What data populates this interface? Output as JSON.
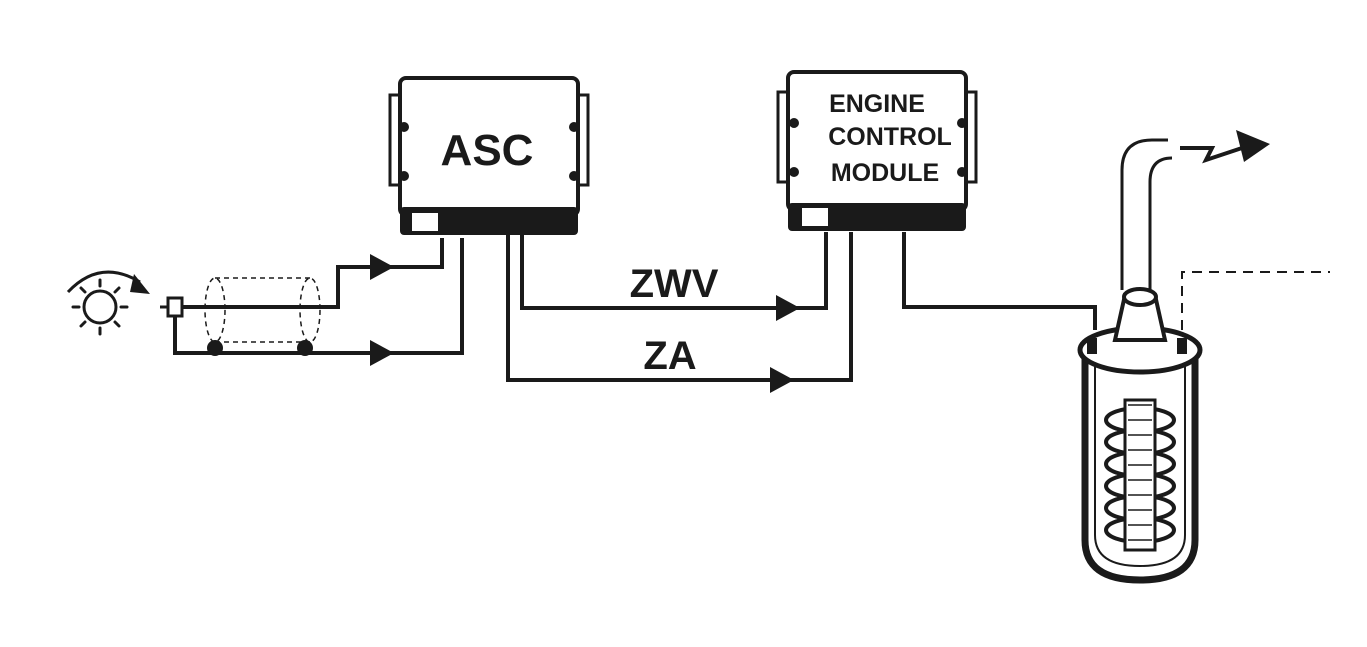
{
  "modules": {
    "asc": {
      "label": "ASC"
    },
    "ecm": {
      "label_lines": [
        "ENGINE",
        "CONTROL",
        "MODULE"
      ]
    }
  },
  "signals": {
    "zwv": {
      "label": "ZWV"
    },
    "za": {
      "label": "ZA"
    }
  },
  "colors": {
    "ink": "#1a1a1a",
    "background": "#ffffff"
  },
  "icons": {
    "sensor_wheel": "toothed-wheel-icon",
    "rotation": "curved-arrow-icon",
    "coil": "ignition-coil-icon",
    "spark": "spark-bolt-icon"
  }
}
